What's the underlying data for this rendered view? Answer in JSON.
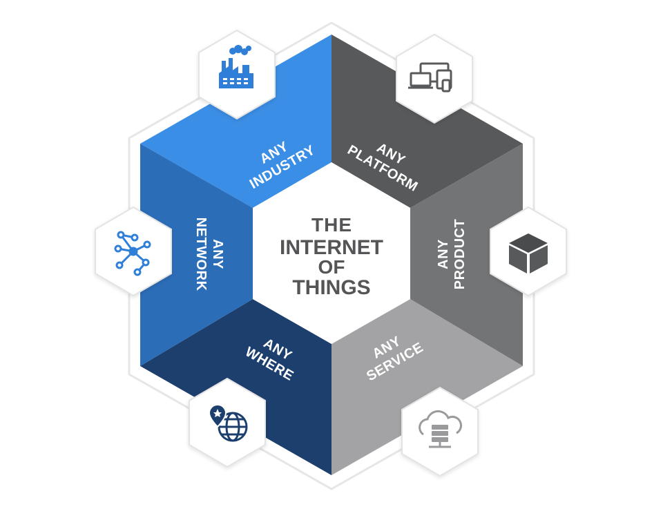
{
  "diagram": {
    "center": {
      "lines": [
        "THE",
        "INTERNET",
        "OF",
        "THINGS"
      ]
    },
    "segments": [
      {
        "id": "industry",
        "line1": "ANY",
        "line2": "INDUSTRY",
        "color": "#3b8ee6",
        "icon": "factory-icon"
      },
      {
        "id": "platform",
        "line1": "ANY",
        "line2": "PLATFORM",
        "color": "#58595b",
        "icon": "devices-icon"
      },
      {
        "id": "product",
        "line1": "ANY",
        "line2": "PRODUCT",
        "color": "#737476",
        "icon": "cube-icon"
      },
      {
        "id": "service",
        "line1": "ANY",
        "line2": "SERVICE",
        "color": "#a3a3a5",
        "icon": "cloud-server-icon"
      },
      {
        "id": "where",
        "line1": "ANY",
        "line2": "WHERE",
        "color": "#1c3f6e",
        "icon": "globe-pin-icon"
      },
      {
        "id": "network",
        "line1": "ANY",
        "line2": "NETWORK",
        "color": "#2c6db8",
        "icon": "network-icon"
      }
    ],
    "colors": {
      "center_fill": "#ffffff",
      "center_text": "#555557",
      "icon_blue": "#2f7fd8",
      "icon_grey": "#58595b",
      "icon_light": "#9a9a9c",
      "outline": "#e8e8e8"
    }
  }
}
